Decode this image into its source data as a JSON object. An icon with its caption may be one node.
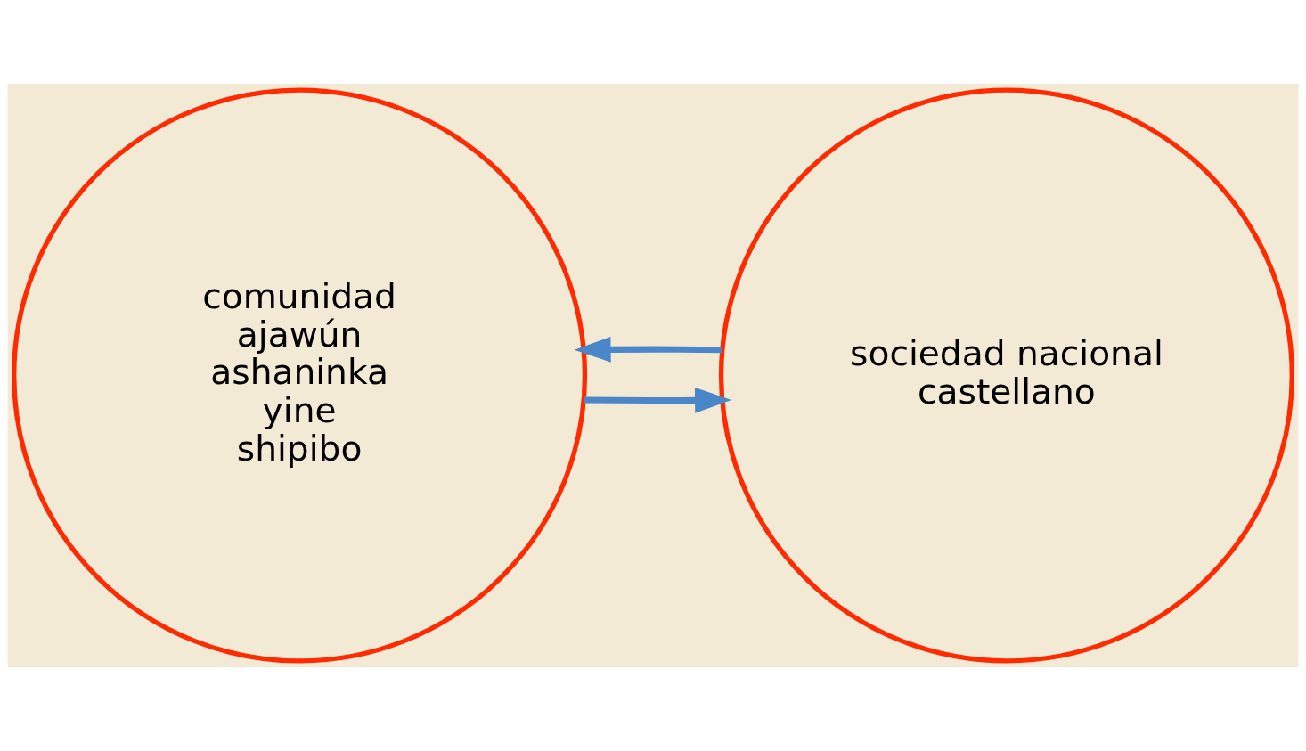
{
  "diagram": {
    "nodes": [
      {
        "text": [
          "comunidad",
          "ajawún",
          "ashaninka",
          "yine",
          "shipibo"
        ]
      },
      {
        "text": [
          "sociedad nacional",
          "castellano"
        ]
      }
    ],
    "edges": [
      {
        "from": 1,
        "to": 0,
        "arrow": "to",
        "color": "#4a86c8"
      },
      {
        "from": 0,
        "to": 1,
        "arrow": "to",
        "color": "#4a86c8"
      }
    ]
  }
}
